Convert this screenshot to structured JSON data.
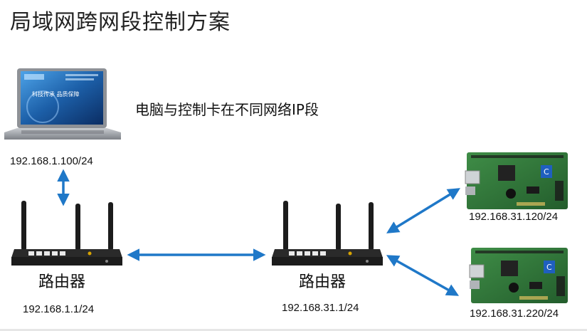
{
  "title": "局域网跨网段控制方案",
  "subtitle": "电脑与控制卡在不同网络IP段",
  "laptop": {
    "ip": "192.168.1.100/24",
    "screen_text": "科技传承  品质保障"
  },
  "router_left": {
    "label": "路由器",
    "ip": "192.168.1.1/24"
  },
  "router_right": {
    "label": "路由器",
    "ip": "192.168.31.1/24"
  },
  "card_top": {
    "ip": "192.168.31.120/24"
  },
  "card_bottom": {
    "ip": "192.168.31.220/24"
  },
  "colors": {
    "arrow": "#1f78c8",
    "device_dark": "#1c1c1c",
    "pcb_green": "#2f7a3a",
    "screen_blue": "#1c5fa8"
  }
}
